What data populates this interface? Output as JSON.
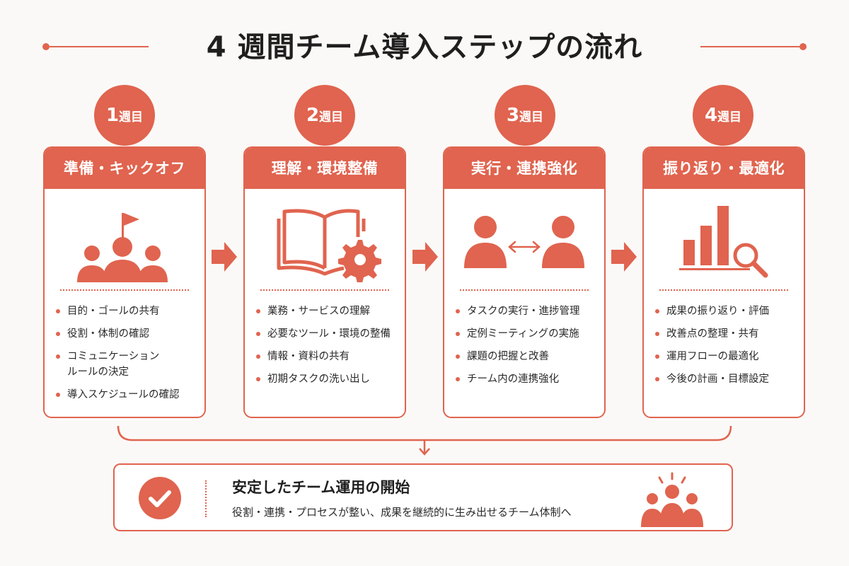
{
  "title": "4 週間チーム導入ステップの流れ",
  "colors": {
    "accent": "#E0644F",
    "background": "#FBF9F7",
    "text": "#2A2A2A",
    "card_bg": "#FFFFFF"
  },
  "steps": [
    {
      "week_number": "1",
      "week_unit": "週目",
      "heading": "準備・キックオフ",
      "icon": "team-flag-icon",
      "items": [
        "目的・ゴールの共有",
        "役割・体制の確認",
        "コミュニケーション\nルールの決定",
        "導入スケジュールの確認"
      ]
    },
    {
      "week_number": "2",
      "week_unit": "週目",
      "heading": "理解・環境整備",
      "icon": "book-gear-icon",
      "items": [
        "業務・サービスの理解",
        "必要なツール・環境の整備",
        "情報・資料の共有",
        "初期タスクの洗い出し"
      ]
    },
    {
      "week_number": "3",
      "week_unit": "週目",
      "heading": "実行・連携強化",
      "icon": "people-exchange-icon",
      "items": [
        "タスクの実行・進捗管理",
        "定例ミーティングの実施",
        "課題の把握と改善",
        "チーム内の連携強化"
      ]
    },
    {
      "week_number": "4",
      "week_unit": "週目",
      "heading": "振り返り・最適化",
      "icon": "chart-magnifier-icon",
      "items": [
        "成果の振り返り・評価",
        "改善点の整理・共有",
        "運用フローの最適化",
        "今後の計画・目標設定"
      ]
    }
  ],
  "result": {
    "title": "安定したチーム運用の開始",
    "description": "役割・連携・プロセスが整い、成果を継続的に生み出せるチーム体制へ",
    "icon_left": "check-circle-icon",
    "icon_right": "team-celebrate-icon"
  }
}
